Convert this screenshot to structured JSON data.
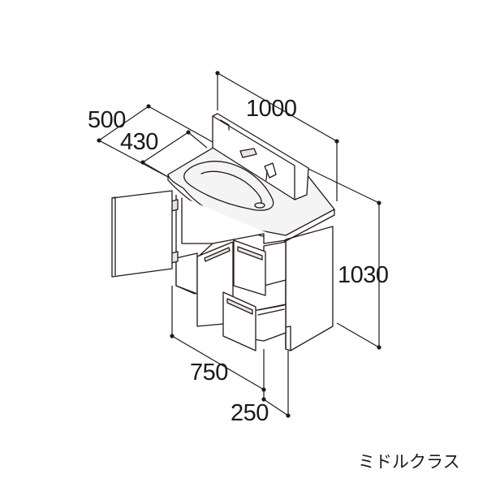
{
  "diagram": {
    "dimensions": {
      "width_total": "1000",
      "depth_total": "500",
      "depth_counter": "430",
      "height_total": "1030",
      "width_cabinet": "750",
      "width_side": "250"
    },
    "caption": "ミドルクラス"
  }
}
